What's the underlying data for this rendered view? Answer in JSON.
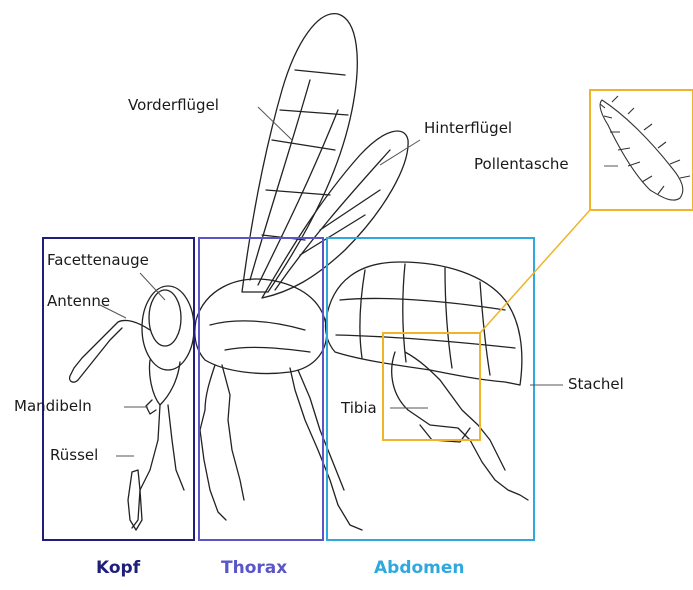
{
  "labels": {
    "vorderfluegel": "Vorderflügel",
    "hinterfluegel": "Hinterflügel",
    "pollentasche": "Pollentasche",
    "facettenauge": "Facettenauge",
    "antenne": "Antenne",
    "mandibeln": "Mandibeln",
    "ruessel": "Rüssel",
    "tibia": "Tibia",
    "stachel": "Stachel"
  },
  "regions": {
    "kopf": "Kopf",
    "thorax": "Thorax",
    "abdomen": "Abdomen"
  },
  "colors": {
    "kopf": "#1f1f7a",
    "thorax": "#5a56c8",
    "abdomen": "#2fa8e0",
    "highlight": "#f0b429",
    "ink": "#222222"
  }
}
